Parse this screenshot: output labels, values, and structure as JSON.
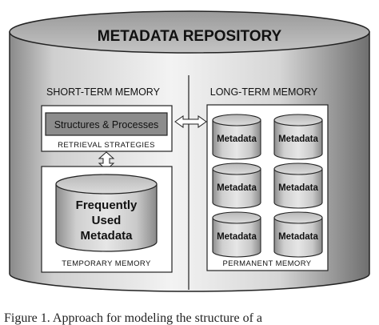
{
  "title": "METADATA REPOSITORY",
  "short_term": {
    "heading": "SHORT-TERM MEMORY",
    "process_label": "Structures & Processes",
    "retrieval_label": "RETRIEVAL STRATEGIES",
    "cylinder_lines": [
      "Frequently",
      "Used",
      "Metadata"
    ],
    "temporary_label": "TEMPORARY MEMORY"
  },
  "long_term": {
    "heading": "LONG-TERM MEMORY",
    "cylinders": [
      "Metadata",
      "Metadata",
      "Metadata",
      "Metadata",
      "Metadata",
      "Metadata"
    ],
    "permanent_label": "PERMANENT MEMORY"
  },
  "caption": "Figure 1.  Approach for modeling the structure of a",
  "colors": {
    "big_cylinder_light": "#e9e9e9",
    "big_cylinder_dark": "#7a7a7a",
    "small_cylinder_light": "#d8d8d8",
    "small_cylinder_dark": "#8a8a8a",
    "process_box": "#8c8c8c"
  }
}
